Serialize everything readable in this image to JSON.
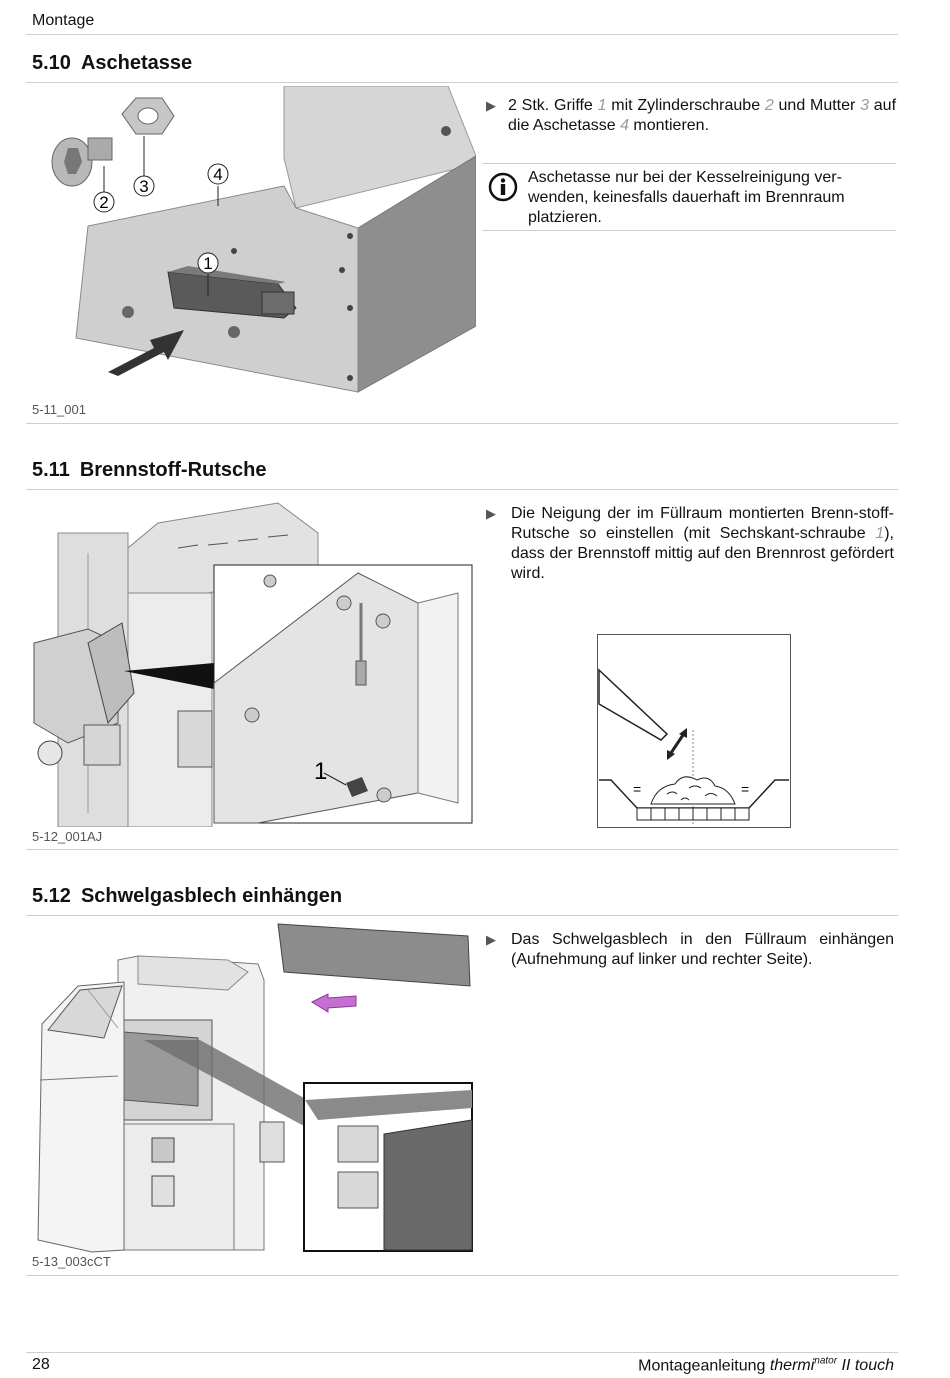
{
  "header": {
    "chapter": "Montage"
  },
  "sections": [
    {
      "number": "5.10",
      "title": "Aschetasse",
      "figure_caption": "5-11_001",
      "figure_callouts": [
        "1",
        "2",
        "3",
        "4"
      ],
      "instruction": {
        "t1": "2 Stk. Griffe ",
        "r1": "1",
        "t2": " mit Zylinderschraube ",
        "r2": "2",
        "t3": " und Mutter ",
        "r3": "3",
        "t4": " auf die Aschetasse ",
        "r4": "4",
        "t5": " montieren."
      },
      "note": "Aschetasse nur bei der Kesselreinigung ver-wenden, keinesfalls dauerhaft im Brennraum platzieren."
    },
    {
      "number": "5.11",
      "title": "Brennstoff-Rutsche",
      "figure_caption": "5-12_001AJ",
      "figure_callouts": [
        "1"
      ],
      "instruction": {
        "t1": "Die Neigung der im Füllraum montierten Brenn-stoff-Rutsche so einstellen (mit Sechskant-schraube ",
        "r1": "1",
        "t2": "), dass der Brennstoff mittig auf den Brennrost gefördert wird."
      },
      "diagram_labels": [
        "=",
        "="
      ]
    },
    {
      "number": "5.12",
      "title": "Schwelgasblech einhängen",
      "figure_caption": "5-13_003cCT",
      "instruction": {
        "t1": "Das Schwelgasblech in den Füllraum einhängen (Aufnehmung auf linker und rechter Seite)."
      }
    }
  ],
  "footer": {
    "page_number": "28",
    "doc_prefix": "Montageanleitung ",
    "brand_main": "thermi",
    "brand_sup": "nator",
    "brand_suffix": " II touch"
  },
  "icons": {
    "bullet": "triangle-right-icon",
    "note": "info-circle-icon"
  },
  "colors": {
    "rule": "#cfcfcf",
    "reference_number": "#9b9b9b",
    "arrow_magenta": "#c76fd1",
    "metal_gray": "#c8c8c8"
  }
}
